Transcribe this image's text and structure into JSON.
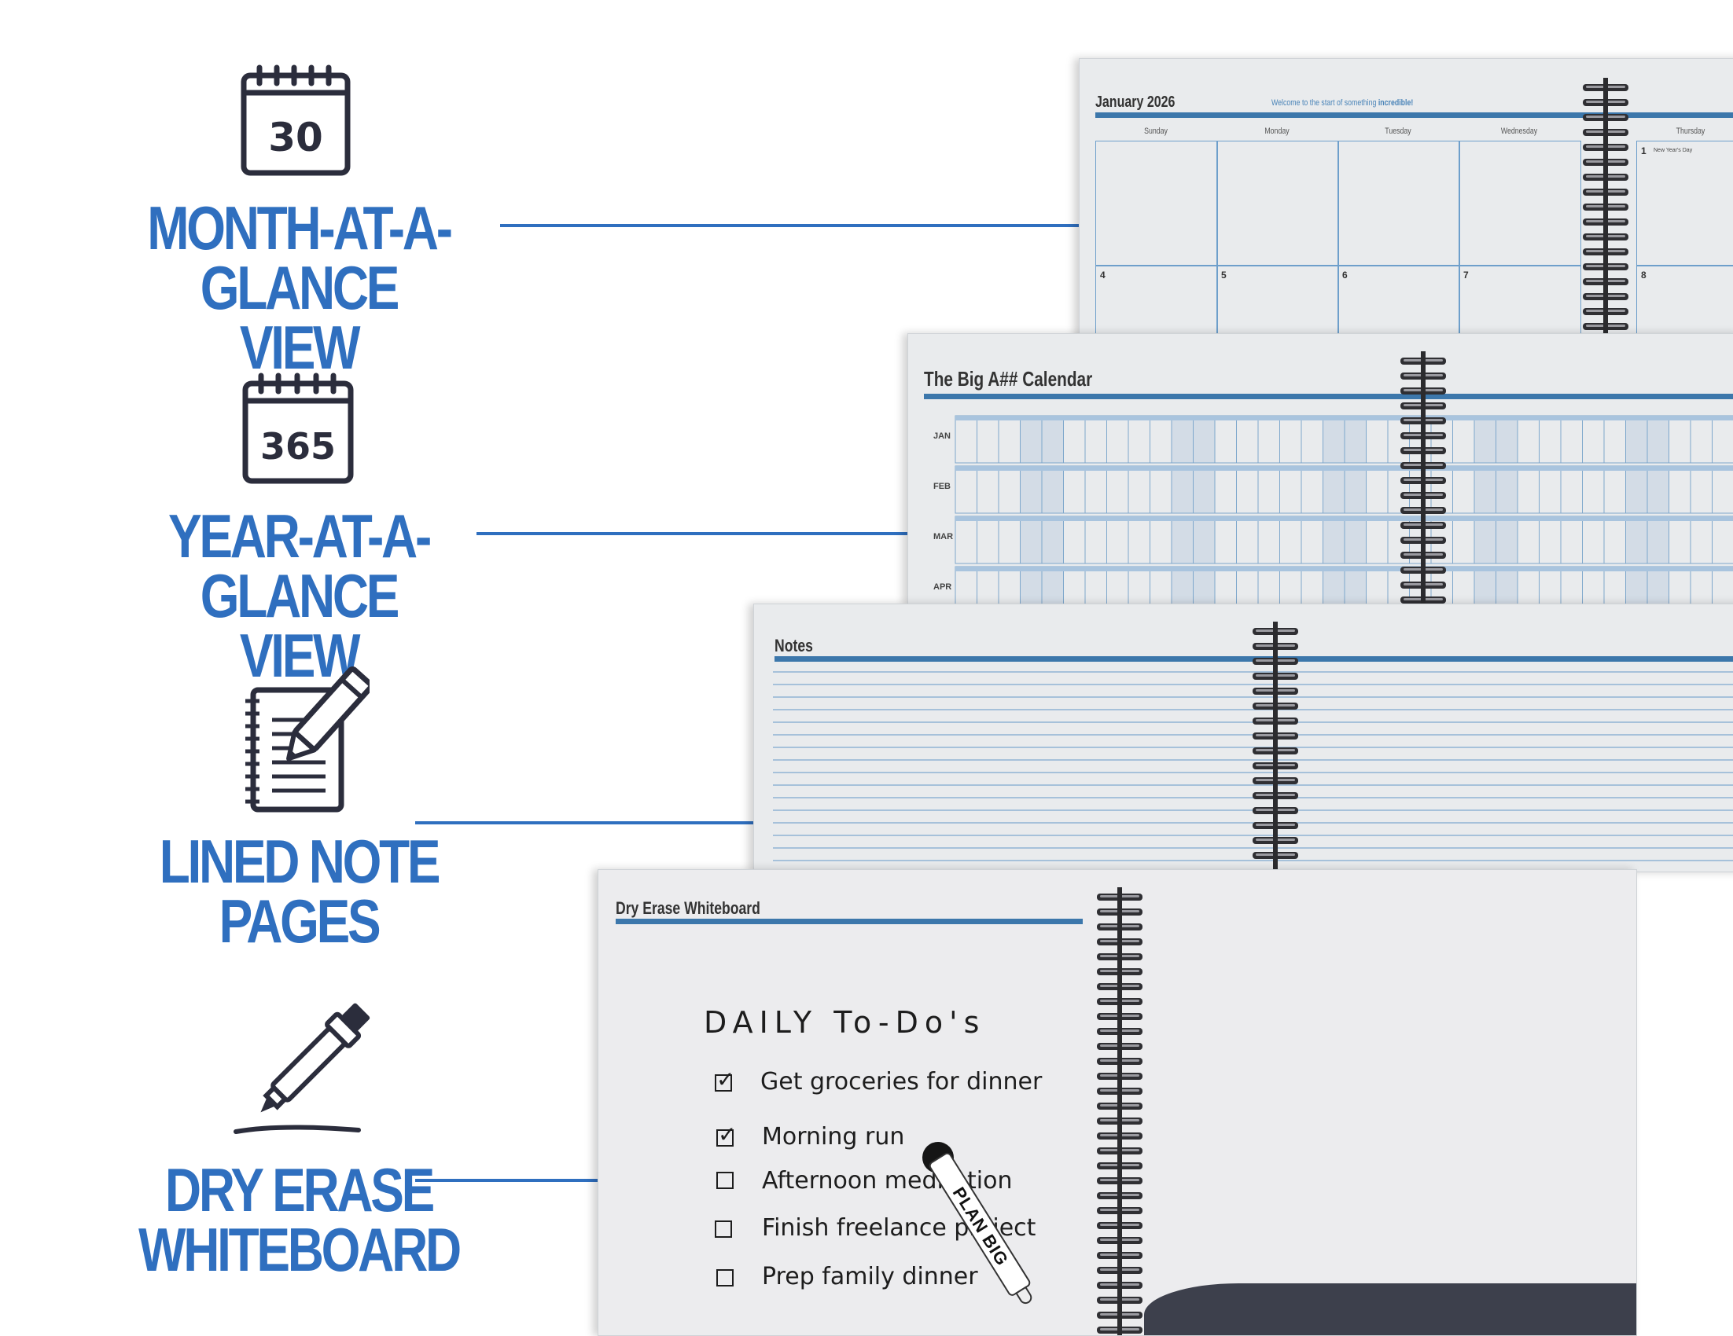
{
  "colors": {
    "accent": "#2f6fbf",
    "rule": "#3c77ab",
    "grid": "#6e9fcb",
    "page": "#e9ebed",
    "ink": "#2b2d3c"
  },
  "features": [
    {
      "icon": "calendar-30-icon",
      "icon_number": "30",
      "line1": "MONTH-AT-A-GLANCE",
      "line2": "VIEW"
    },
    {
      "icon": "calendar-365-icon",
      "icon_number": "365",
      "line1": "YEAR-AT-A-GLANCE",
      "line2": "VIEW"
    },
    {
      "icon": "notepad-pencil-icon",
      "line1": "LINED NOTE",
      "line2": "PAGES"
    },
    {
      "icon": "marker-icon",
      "line1": "DRY ERASE",
      "line2": "WHITEBOARD"
    }
  ],
  "month_page": {
    "title": "January 2026",
    "tagline_prefix": "Welcome to the start of something ",
    "tagline_emphasis": "incredible!",
    "days": [
      "Sunday",
      "Monday",
      "Tuesday",
      "Wednesday",
      "Thursday"
    ],
    "row1_numbers": [
      "",
      "",
      "",
      "",
      "1"
    ],
    "holiday": "New Year's Day",
    "row2_numbers": [
      "4",
      "5",
      "6",
      "7",
      "8"
    ]
  },
  "year_page": {
    "title": "The Big A## Calendar",
    "months": [
      "JAN",
      "FEB",
      "MAR",
      "APR"
    ]
  },
  "notes_page": {
    "title": "Notes"
  },
  "whiteboard_page": {
    "title": "Dry Erase Whiteboard",
    "list_title": "DAILY To-Do's",
    "todos": [
      {
        "text": "Get groceries for dinner",
        "done": true
      },
      {
        "text": "Morning run",
        "done": true
      },
      {
        "text": "Afternoon meditation",
        "done": false
      },
      {
        "text": "Finish freelance project",
        "done": false
      },
      {
        "text": "Prep family dinner",
        "done": false
      }
    ],
    "marker_brand": "PLAN BIG"
  }
}
